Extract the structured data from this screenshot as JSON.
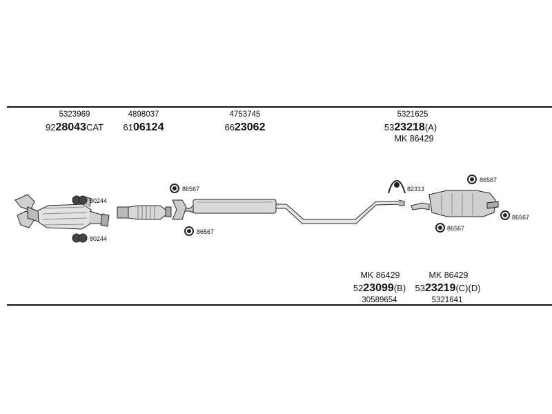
{
  "groups": {
    "cat": {
      "oe": "5323969",
      "prefix": "92",
      "number": "28043",
      "suffix": "CAT"
    },
    "front_pipe": {
      "oe": "4898037",
      "prefix": "61",
      "number": "06124",
      "suffix": ""
    },
    "middle": {
      "oe": "4753745",
      "prefix": "66",
      "number": "23062",
      "suffix": ""
    },
    "rear_top": {
      "oe": "5321625",
      "prefix": "53",
      "number": "23218",
      "suffix": "(A)",
      "mk": "MK 86429"
    },
    "rear_b": {
      "mk": "MK 86429",
      "prefix": "52",
      "number": "23099",
      "suffix": "(B)",
      "oe": "30589654"
    },
    "rear_cd": {
      "mk": "MK 86429",
      "prefix": "53",
      "number": "23219",
      "suffix": "(C)(D)",
      "oe": "5321641"
    }
  },
  "clamps": {
    "cat_upper": "80244",
    "cat_lower": "80244",
    "front_upper": "86567",
    "front_lower": "86567",
    "rear_bracket": "82313",
    "rear_top": "86567",
    "rear_right": "86567",
    "rear_lower": "86567"
  }
}
